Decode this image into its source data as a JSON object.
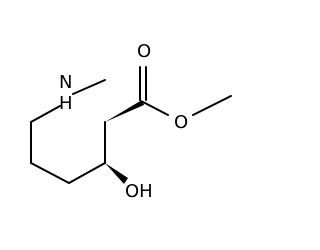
{
  "structure": {
    "atom_labels": {
      "nitrogen": "N",
      "nitrogen_hydrogen": "H",
      "carbonyl_oxygen": "O",
      "ester_oxygen": "O",
      "hydroxyl": "OH"
    },
    "colors": {
      "ink": "#000000",
      "background": "#ffffff"
    }
  }
}
